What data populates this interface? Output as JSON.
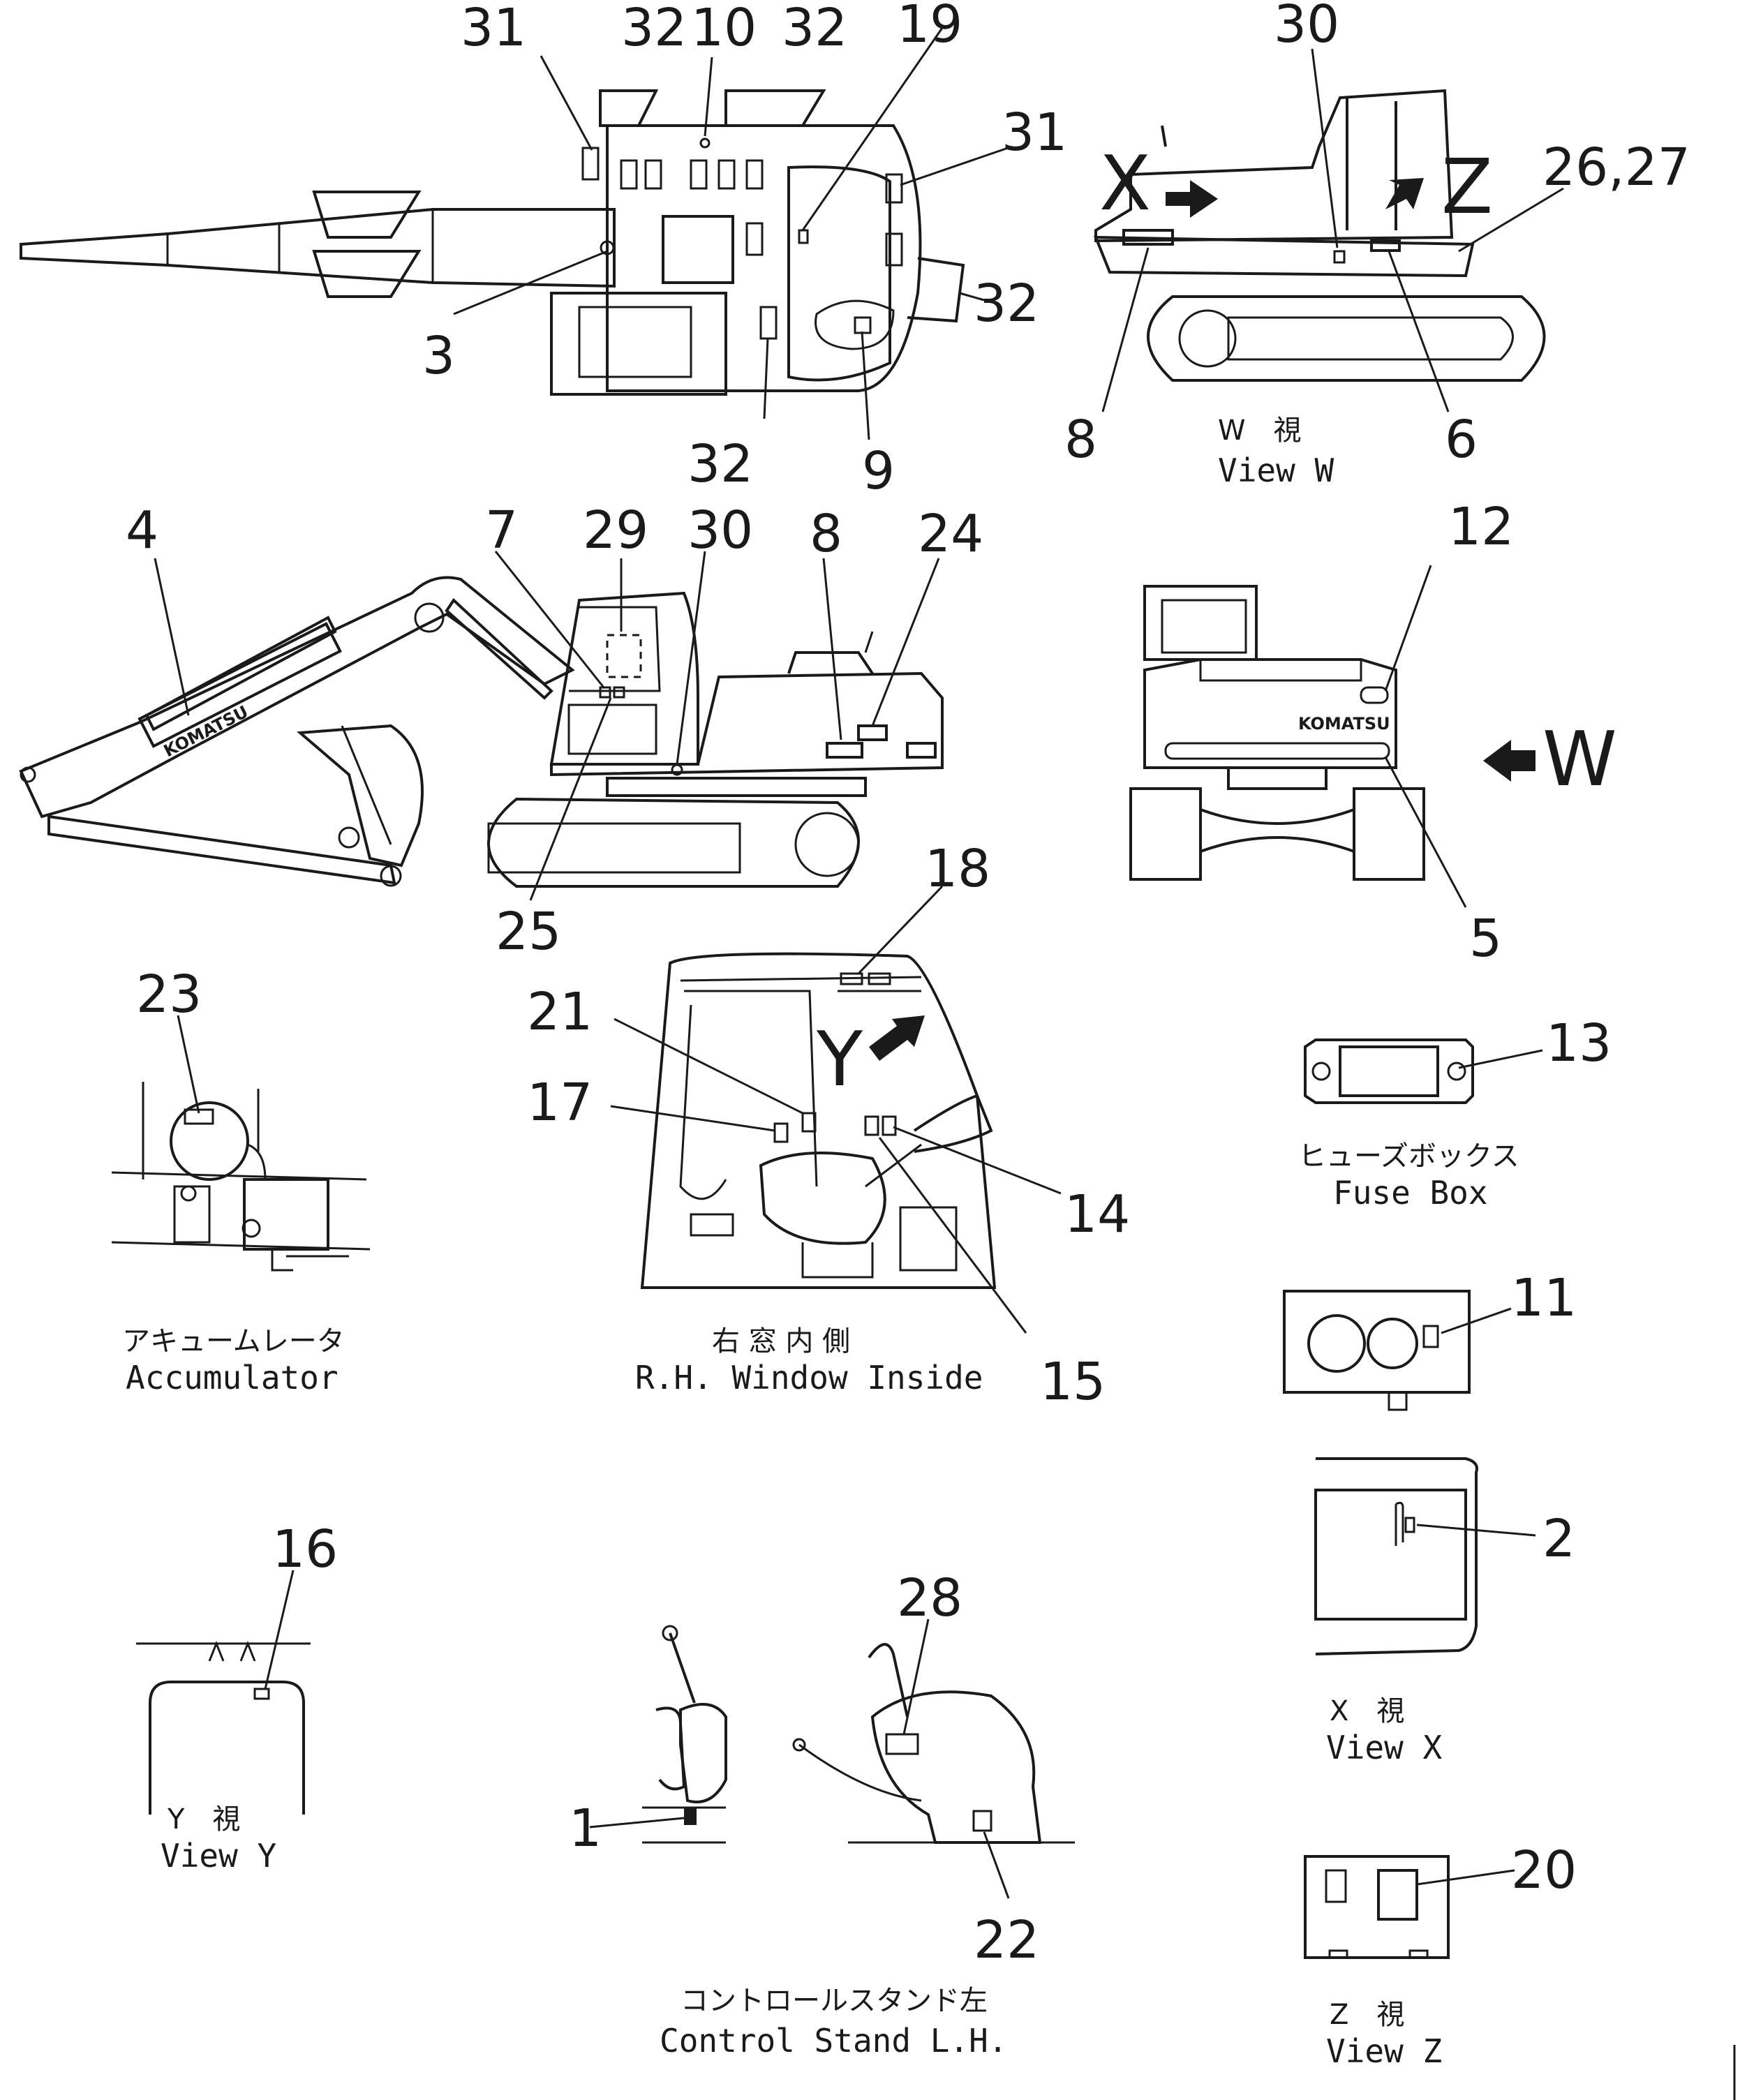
{
  "callouts": {
    "c31a": "31",
    "c32a": "32",
    "c10": "10",
    "c32b": "32",
    "c19": "19",
    "c31b": "31",
    "c3": "3",
    "c32c": "32",
    "c32d": "32",
    "c9": "9",
    "c30a": "30",
    "c26_27": "26,27",
    "c8a": "8",
    "c6": "6",
    "c4": "4",
    "c7": "7",
    "c29": "29",
    "c30b": "30",
    "c8b": "8",
    "c24": "24",
    "c25": "25",
    "c12": "12",
    "c5": "5",
    "c23": "23",
    "c18": "18",
    "c21": "21",
    "c17": "17",
    "c14": "14",
    "c15": "15",
    "c13": "13",
    "c11": "11",
    "c2": "2",
    "c16": "16",
    "c28": "28",
    "c1": "1",
    "c22": "22",
    "c20": "20"
  },
  "view_markers": {
    "x": "X",
    "z": "Z",
    "w": "W",
    "y": "Y"
  },
  "brand": {
    "boom": "KOMATSU",
    "rear": "KOMATSU"
  },
  "captions": {
    "view_w_jp": "W　視",
    "view_w": "View W",
    "accumulator_jp": "アキュームレータ",
    "accumulator": "Accumulator",
    "rh_window_jp": "右 窓 内 側",
    "rh_window": "R.H. Window Inside",
    "fuse_box_jp": "ヒューズボックス",
    "fuse_box": "Fuse Box",
    "view_x_jp": "X　視",
    "view_x": "View X",
    "view_y_jp": "Y　視",
    "view_y": "View Y",
    "control_stand_jp": "コントロールスタンド左",
    "control_stand": "Control Stand L.H.",
    "view_z_jp": "Z　視",
    "view_z": "View Z"
  }
}
